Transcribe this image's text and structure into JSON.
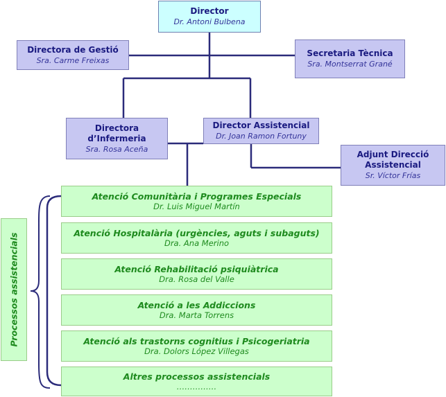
{
  "director": {
    "title": "Director",
    "person": "Dr. Antoni Bulbena"
  },
  "gestio": {
    "title": "Directora de Gestió",
    "person": "Sra. Carme Freixas"
  },
  "secretaria": {
    "title": "Secretaria Tècnica",
    "person": "Sra. Montserrat Grané"
  },
  "infermeria": {
    "title_line1": "Directora",
    "title_line2": "d’Infermeria",
    "person": "Sra. Rosa Aceña"
  },
  "assistencial": {
    "title": "Director Assistencial",
    "person": "Dr. Joan Ramon Fortuny"
  },
  "adjunt": {
    "title_line1": "Adjunt Direcció",
    "title_line2": "Assistencial",
    "person": "Sr. Víctor Frías"
  },
  "side_label": "Processos assistencials",
  "processes": [
    {
      "title": "Atenció Comunitària i Programes Especials",
      "person": "Dr. Luis Miguel Martín"
    },
    {
      "title": "Atenció Hospitalària (urgències, aguts i subaguts)",
      "person": "Dra. Ana Merino"
    },
    {
      "title": "Atenció Rehabilitació psiquiàtrica",
      "person": "Dra. Rosa del Valle"
    },
    {
      "title": "Atenció a les Addiccions",
      "person": "Dra. Marta Torrens"
    },
    {
      "title": "Atenció als trastorns cognitius i Psicogeriatria",
      "person": "Dra. Dolors López Villegas"
    },
    {
      "title": "Altres processos assistencials",
      "person": "……………"
    }
  ],
  "colors": {
    "line": "#2b2b7a",
    "blue_box": "#c7c7f2",
    "cyan_box": "#ccffff",
    "green_box": "#ccffcc",
    "green_text": "#1e8a1e"
  }
}
